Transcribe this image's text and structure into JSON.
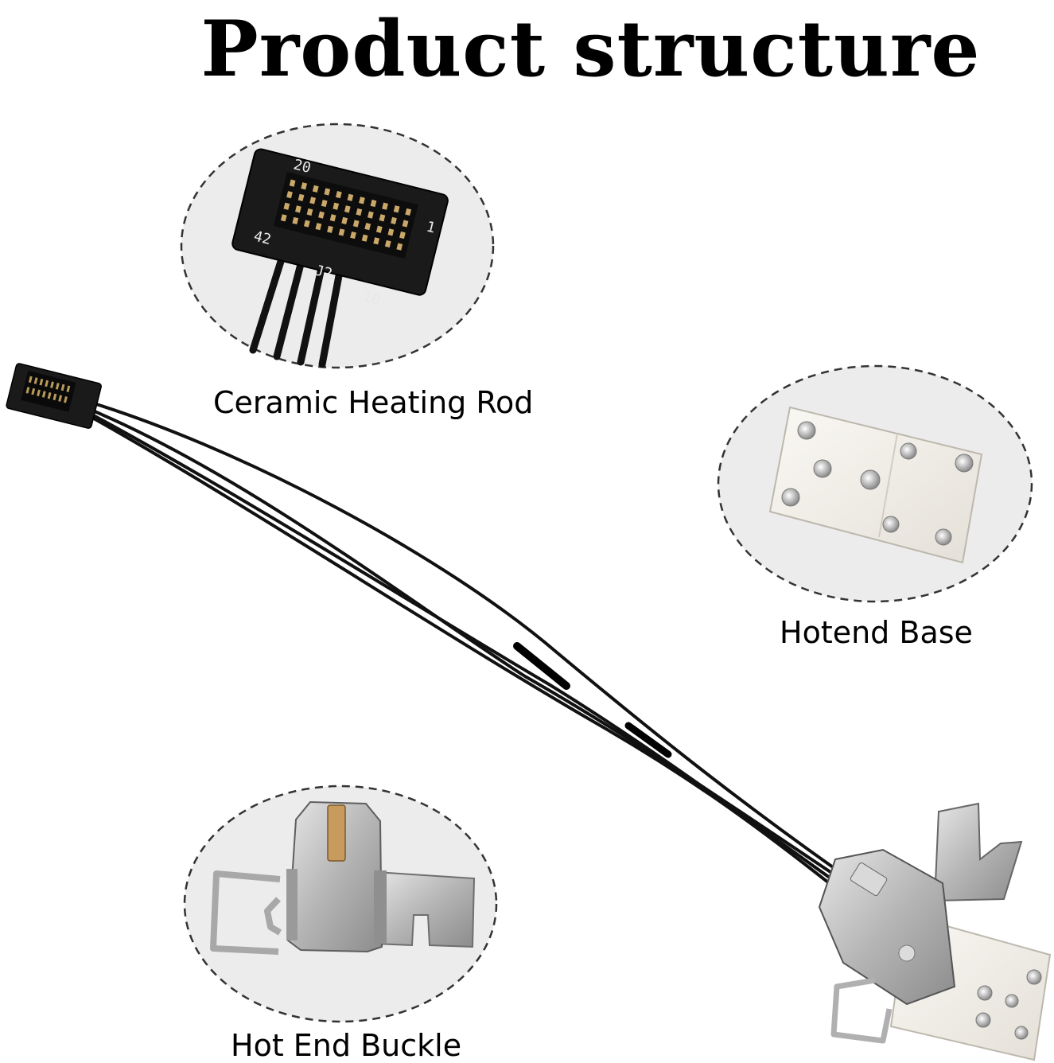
{
  "title": "Product structure",
  "callouts": [
    {
      "label": "Ceramic Heating Rod",
      "icon": "ribbon-connector-icon"
    },
    {
      "label": "Hotend Base",
      "icon": "white-base-plate-icon"
    },
    {
      "label": "Hot End Buckle",
      "icon": "metal-buckle-icon"
    }
  ],
  "connector_markings": {
    "top": "20",
    "left": "42",
    "right": "1",
    "center": "J2",
    "bottom": "10"
  },
  "colors": {
    "background": "#ffffff",
    "bubble_fill": "#ececec",
    "bubble_border": "#333333",
    "cable": "#111111",
    "metal": "#bdbdbd",
    "base_plate": "#f3f0ea"
  }
}
